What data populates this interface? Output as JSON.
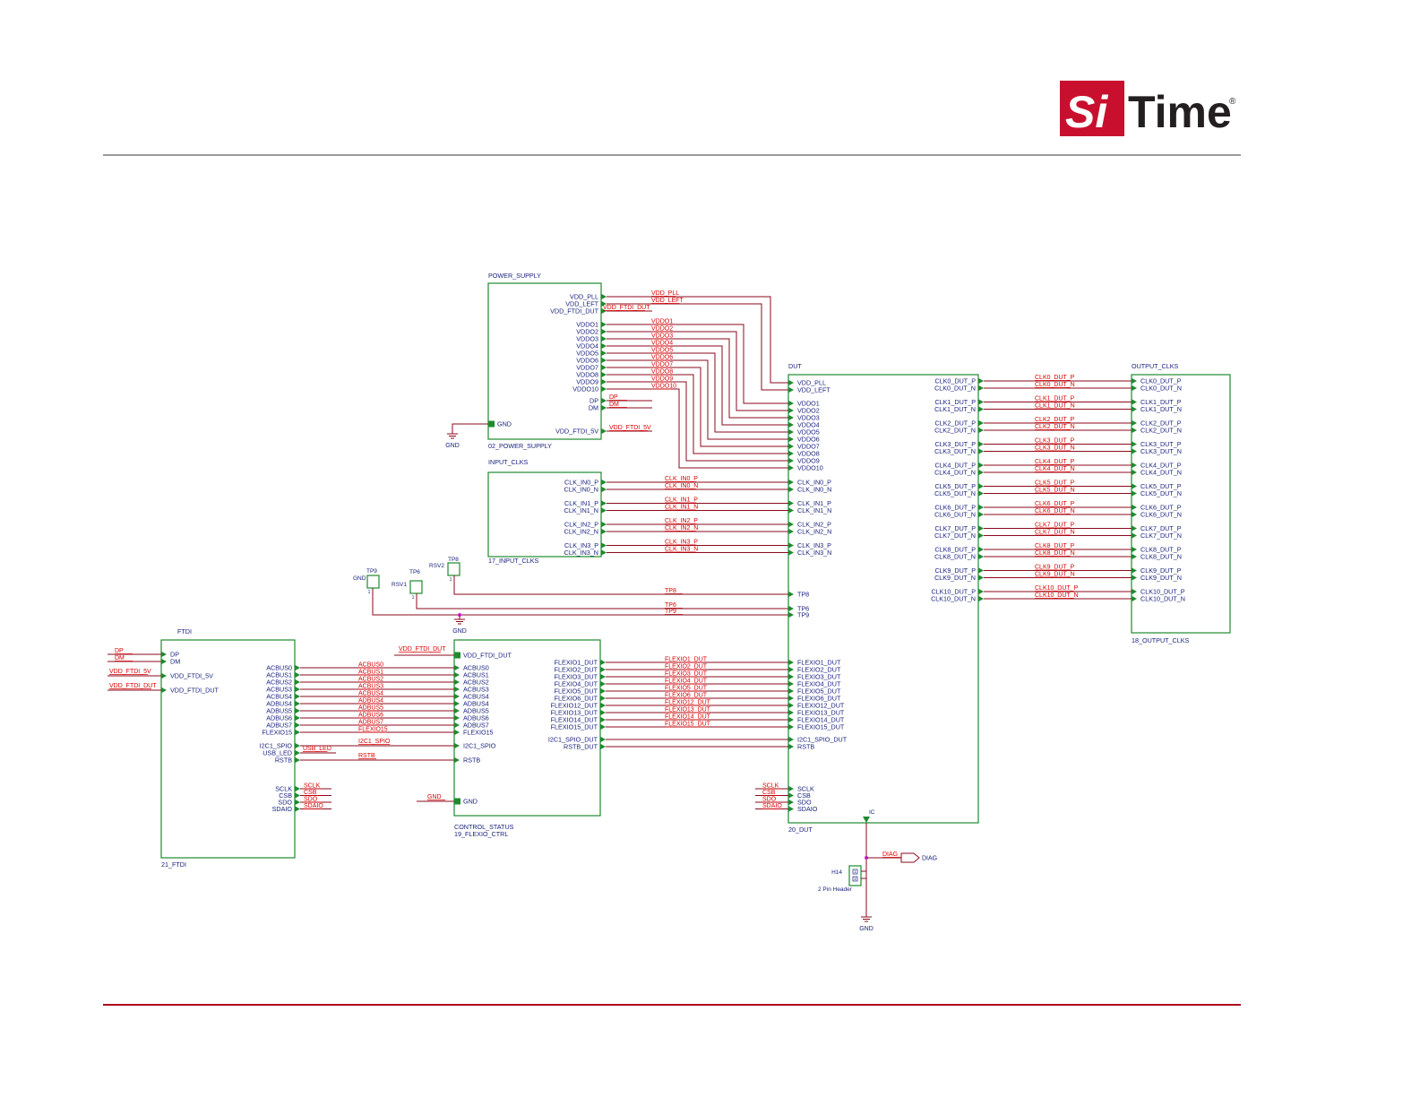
{
  "brand": {
    "logo_si": "Si",
    "logo_time": "Time",
    "logo_mark": "®",
    "red": "#c8102e",
    "dark": "#231f20"
  },
  "colors": {
    "wire": "#8b0a1e",
    "box": "#1f8a2e",
    "pin": "#1f8a2e",
    "pin_text": "#1a237e",
    "net_text": "#d90000",
    "block_text": "#1a237e",
    "junction": "#d020d0"
  },
  "power_supply": {
    "title": "POWER_SUPPLY",
    "ref": "02_POWER_SUPPLY",
    "pins_top": [
      "VDD_PLL",
      "VDD_LEFT",
      "VDD_FTDI_DUT"
    ],
    "pins_vddo": [
      "VDDO1",
      "VDDO2",
      "VDDO3",
      "VDDO4",
      "VDDO5",
      "VDDO6",
      "VDDO7",
      "VDDO8",
      "VDDO9",
      "VDDO10"
    ],
    "pins_usb": [
      "DP",
      "DM"
    ],
    "pin_gnd": "GND",
    "pin_5v": "VDD_FTDI_5V",
    "net_ftdi_dut": "VDD_FTDI_DUT",
    "net_5v": "VDD_FTDI_5V",
    "gnd_label": "GND"
  },
  "input_clks": {
    "title": "INPUT_CLKS",
    "ref": "17_INPUT_CLKS",
    "pins": [
      "CLK_IN0_P",
      "CLK_IN0_N",
      "CLK_IN1_P",
      "CLK_IN1_N",
      "CLK_IN2_P",
      "CLK_IN2_N",
      "CLK_IN3_P",
      "CLK_IN3_N"
    ]
  },
  "dut": {
    "title": "DUT",
    "ref": "20_DUT",
    "left_top": [
      "VDD_PLL",
      "VDD_LEFT"
    ],
    "left_vddo": [
      "VDDO1",
      "VDDO2",
      "VDDO3",
      "VDDO4",
      "VDDO5",
      "VDDO6",
      "VDDO7",
      "VDDO8",
      "VDDO9",
      "VDDO10"
    ],
    "left_clk": [
      "CLK_IN0_P",
      "CLK_IN0_N",
      "CLK_IN1_P",
      "CLK_IN1_N",
      "CLK_IN2_P",
      "CLK_IN2_N",
      "CLK_IN3_P",
      "CLK_IN3_N"
    ],
    "left_tp": [
      "TP8",
      "TP6",
      "TP9"
    ],
    "left_flexio": [
      "FLEXIO1_DUT",
      "FLEXIO2_DUT",
      "FLEXIO3_DUT",
      "FLEXIO4_DUT",
      "FLEXIO5_DUT",
      "FLEXIO6_DUT",
      "FLEXIO12_DUT",
      "FLEXIO13_DUT",
      "FLEXIO14_DUT",
      "FLEXIO15_DUT"
    ],
    "left_ctrl": [
      "I2C1_SPIO_DUT",
      "RSTB"
    ],
    "left_spi": [
      "SCLK",
      "CSB",
      "SDO",
      "SDAIO"
    ],
    "right_clk": [
      "CLK0_DUT_P",
      "CLK0_DUT_N",
      "CLK1_DUT_P",
      "CLK1_DUT_N",
      "CLK2_DUT_P",
      "CLK2_DUT_N",
      "CLK3_DUT_P",
      "CLK3_DUT_N",
      "CLK4_DUT_P",
      "CLK4_DUT_N",
      "CLK5_DUT_P",
      "CLK5_DUT_N",
      "CLK6_DUT_P",
      "CLK6_DUT_N",
      "CLK7_DUT_P",
      "CLK7_DUT_N",
      "CLK8_DUT_P",
      "CLK8_DUT_N",
      "CLK9_DUT_P",
      "CLK9_DUT_N",
      "CLK10_DUT_P",
      "CLK10_DUT_N"
    ],
    "bottom_pin": "IC"
  },
  "output_clks": {
    "title": "OUTPUT_CLKS",
    "ref": "18_OUTPUT_CLKS"
  },
  "ftdi": {
    "title": "FTDI",
    "ref": "21_FTDI",
    "left_pins": [
      "DP",
      "DM",
      "VDD_FTDI_5V",
      "VDD_FTDI_DUT"
    ],
    "right_bus": [
      "ACBUS0",
      "ACBUS1",
      "ACBUS2",
      "ACBUS3",
      "ACBUS4",
      "ADBUS4",
      "ADBUS5",
      "ADBUS6",
      "ADBUS7",
      "FLEXIO15"
    ],
    "right_ctrl": [
      "I2C1_SPIO",
      "USB_LED",
      "RSTB"
    ],
    "right_spi": [
      "SCLK",
      "CSB",
      "SDO",
      "SDAIO"
    ]
  },
  "control_status": {
    "title": "CONTROL_STATUS",
    "ref": "19_FLEXIO_CTRL",
    "top_pin": "VDD_FTDI_DUT",
    "left_bus": [
      "ACBUS0",
      "ACBUS1",
      "ACBUS2",
      "ACBUS3",
      "ACBUS4",
      "ADBUS4",
      "ADBUS5",
      "ADBUS6",
      "ADBUS7",
      "FLEXIO15"
    ],
    "left_ctrl": [
      "I2C1_SPIO",
      "RSTB"
    ],
    "left_gnd": "GND",
    "right_flexio": [
      "FLEXIO1_DUT",
      "FLEXIO2_DUT",
      "FLEXIO3_DUT",
      "FLEXIO4_DUT",
      "FLEXIO5_DUT",
      "FLEXIO6_DUT",
      "FLEXIO12_DUT",
      "FLEXIO13_DUT",
      "FLEXIO14_DUT",
      "FLEXIO15_DUT"
    ],
    "right_ctrl": [
      "I2C1_SPIO_DUT",
      "RSTB_DUT"
    ]
  },
  "nets": {
    "vdd_pll": "VDD_PLL",
    "vdd_left": "VDD_LEFT",
    "ftdi_dp": "DP",
    "ftdi_dm": "DM",
    "ftdi_5v": "VDD_FTDI_5V",
    "ftdi_dut": "VDD_FTDI_DUT",
    "usb_led": "USB_LED",
    "i2c": "I2C1_SPIO",
    "rstb": "RSTB",
    "cs_gnd": "GND",
    "spi": [
      "SCLK",
      "CSB",
      "SDO",
      "SDAIO"
    ],
    "tp": [
      "TP8",
      "TP6",
      "TP9"
    ],
    "diag": "DIAG"
  },
  "test_points": {
    "tp9": "TP9",
    "tp6": "TP6",
    "tp8": "TP8",
    "gnd": "GND",
    "rsv1": "RSV1",
    "rsv2": "RSV2",
    "pin1": "1",
    "gnd_sym": "GND"
  },
  "header": {
    "ref": "H14",
    "desc": "2 Pin Header",
    "pin1": "1",
    "pin2": "2",
    "gnd": "GND",
    "diag_port": "DIAG"
  }
}
